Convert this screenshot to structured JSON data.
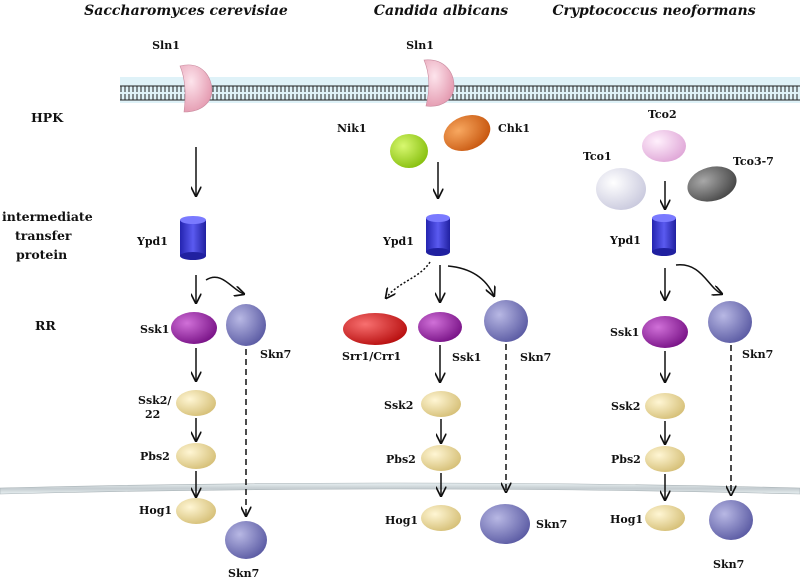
{
  "headers": {
    "sc": "Saccharomyces cerevisiae",
    "ca": "Candida albicans",
    "cn": "Cryptococcus neoformans"
  },
  "side_labels": {
    "hpk": "HPK",
    "itp_line1": "intermediate",
    "itp_line2": "transfer",
    "itp_line3": "protein",
    "rr": "RR"
  },
  "sc": {
    "sln1": "Sln1",
    "ypd1": "Ypd1",
    "ssk1": "Ssk1",
    "skn7": "Skn7",
    "ssk2_line1": "Ssk2/",
    "ssk2_line2": "22",
    "pbs2": "Pbs2",
    "hog1": "Hog1",
    "skn7_nuc": "Skn7"
  },
  "ca": {
    "sln1": "Sln1",
    "nik1": "Nik1",
    "chk1": "Chk1",
    "ypd1": "Ypd1",
    "srr1": "Srr1/Crr1",
    "ssk1": "Ssk1",
    "skn7": "Skn7",
    "ssk2": "Ssk2",
    "pbs2": "Pbs2",
    "hog1": "Hog1",
    "skn7_nuc": "Skn7"
  },
  "cn": {
    "tco2": "Tco2",
    "tco1": "Tco1",
    "tco37": "Tco3-7",
    "ypd1": "Ypd1",
    "ssk1": "Ssk1",
    "skn7": "Skn7",
    "ssk2": "Ssk2",
    "pbs2": "Pbs2",
    "hog1": "Hog1",
    "skn7_nuc": "Skn7"
  },
  "colors": {
    "sln1": "#f4b8c8",
    "ypd1": "#3b3bd6",
    "ssk1": "#9b2aa6",
    "skn7": "#8585c4",
    "mapk": "#ecdc9c",
    "nik1": "#a6e02a",
    "chk1": "#e6762a",
    "srr1": "#dd2a2a",
    "tco2": "#f2c6ec",
    "tco1": "#e6e6f2",
    "tco37": "#6f6f6f",
    "membrane": "#d4eef6"
  }
}
